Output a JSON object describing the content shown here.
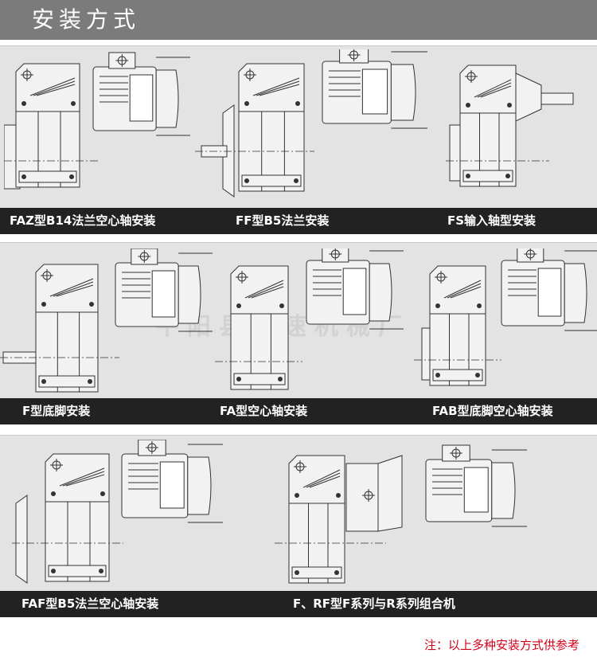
{
  "header": {
    "title": "安装方式"
  },
  "watermark": "平阳县减速机械厂",
  "mounts": [
    {
      "label": "FAZ型B14法兰空心轴安装",
      "type": "hollow-flange-small"
    },
    {
      "label": "FF型B5法兰安装",
      "type": "flange-shaft"
    },
    {
      "label": "FS输入轴型安装",
      "type": "input-shaft"
    },
    {
      "label": "F型底脚安装",
      "type": "foot-shaft"
    },
    {
      "label": "FA型空心轴安装",
      "type": "hollow"
    },
    {
      "label": "FAB型底脚空心轴安装",
      "type": "foot-hollow"
    },
    {
      "label": "FAF型B5法兰空心轴安装",
      "type": "flange-hollow"
    },
    {
      "label": "F、RF型F系列与R系列组合机",
      "type": "combo"
    }
  ],
  "note": "注：以上多种安装方式供参考",
  "colors": {
    "header": "#7b7b7b",
    "panel": "#e3e3e3",
    "caption": "#222222",
    "note": "#d0021b"
  }
}
